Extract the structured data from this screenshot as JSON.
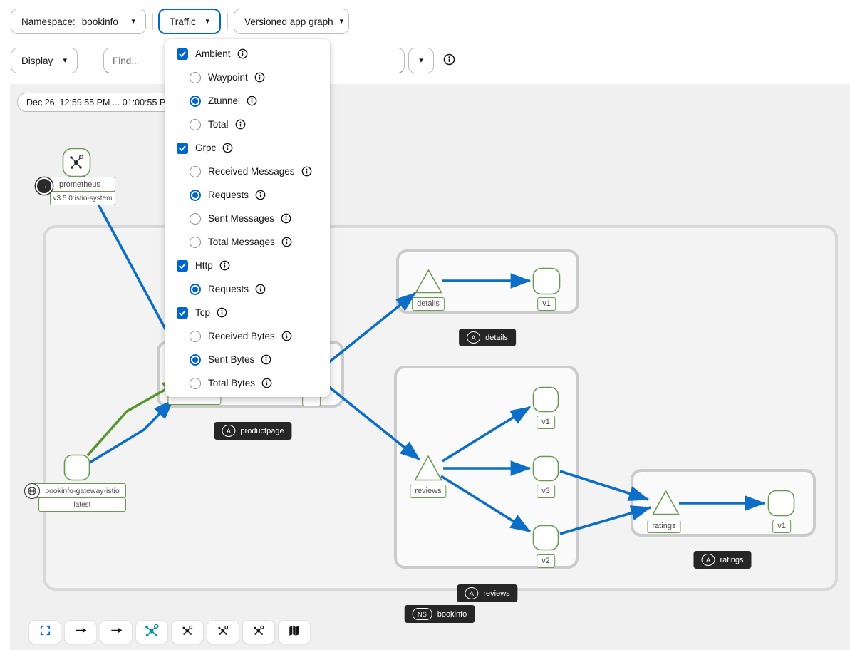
{
  "toolbar": {
    "namespace_label": "Namespace:",
    "namespace_value": "bookinfo",
    "traffic_label": "Traffic",
    "graph_type_value": "Versioned app graph",
    "display_label": "Display",
    "find_placeholder": "Find...",
    "caret_icon": "caret-down-icon",
    "info_icon": "info-icon"
  },
  "traffic_menu": {
    "items": [
      {
        "type": "checkbox",
        "label": "Ambient",
        "checked": true,
        "indent": 0
      },
      {
        "type": "radio",
        "label": "Waypoint",
        "checked": false,
        "indent": 1
      },
      {
        "type": "radio",
        "label": "Ztunnel",
        "checked": true,
        "indent": 1
      },
      {
        "type": "radio",
        "label": "Total",
        "checked": false,
        "indent": 1
      },
      {
        "type": "checkbox",
        "label": "Grpc",
        "checked": true,
        "indent": 0
      },
      {
        "type": "radio",
        "label": "Received Messages",
        "checked": false,
        "indent": 1
      },
      {
        "type": "radio",
        "label": "Requests",
        "checked": true,
        "indent": 1
      },
      {
        "type": "radio",
        "label": "Sent Messages",
        "checked": false,
        "indent": 1
      },
      {
        "type": "radio",
        "label": "Total Messages",
        "checked": false,
        "indent": 1
      },
      {
        "type": "checkbox",
        "label": "Http",
        "checked": true,
        "indent": 0
      },
      {
        "type": "radio",
        "label": "Requests",
        "checked": true,
        "indent": 1
      },
      {
        "type": "checkbox",
        "label": "Tcp",
        "checked": true,
        "indent": 0
      },
      {
        "type": "radio",
        "label": "Received Bytes",
        "checked": false,
        "indent": 1
      },
      {
        "type": "radio",
        "label": "Sent Bytes",
        "checked": true,
        "indent": 1
      },
      {
        "type": "radio",
        "label": "Total Bytes",
        "checked": false,
        "indent": 1
      }
    ]
  },
  "graph": {
    "time_range_label": "Dec 26, 12:59:55 PM ... 01:00:55 PM",
    "prometheus_node": {
      "title": "prometheus",
      "version_label": "v3.5.0:istio-system"
    },
    "gateway_node": {
      "title": "bookinfo-gateway-istio",
      "version_label": "latest"
    },
    "node_labels": {
      "details_app": "details",
      "details_v1": "v1",
      "reviews_app": "reviews",
      "reviews_v1": "v1",
      "reviews_v3": "v3",
      "reviews_v2": "v2",
      "ratings_app": "ratings",
      "ratings_v1": "v1",
      "productpage_app": "productpage",
      "productpage_v1": "v1"
    },
    "badges": {
      "details": {
        "icon": "A",
        "label": "details"
      },
      "productpage": {
        "icon": "A",
        "label": "productpage"
      },
      "reviews": {
        "icon": "A",
        "label": "reviews"
      },
      "ratings": {
        "icon": "A",
        "label": "ratings"
      },
      "namespace": {
        "icon": "NS",
        "label": "bookinfo"
      }
    },
    "toolbar_buttons": [
      "zoom-to-fit",
      "edge-arrows-1",
      "edge-arrows-2",
      "layout-selected",
      "layout-2",
      "layout-3",
      "layout-4",
      "legend"
    ]
  },
  "colors": {
    "accent_blue": "#0066cc",
    "edge_blue": "#0c6ec6",
    "edge_green": "#5a9732",
    "node_green": "#6a9a51",
    "selected_teal": "#009596",
    "badge_dark": "#262626"
  }
}
